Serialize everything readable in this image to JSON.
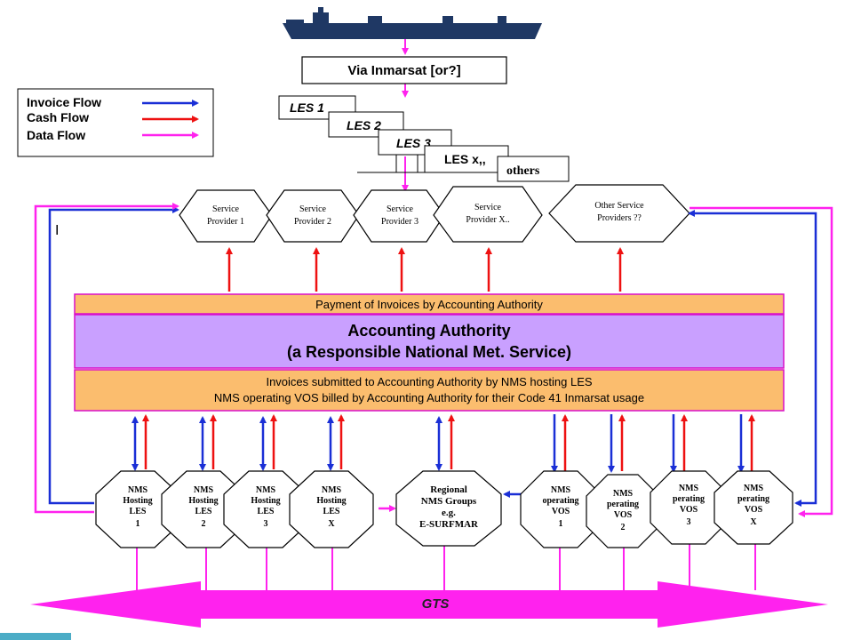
{
  "colors": {
    "invoice": "#1a2fd6",
    "cash": "#ee1111",
    "data": "#ff22ee",
    "band_orange": "#fbbd6e",
    "band_border": "#d90fc9",
    "authority_purple": "#c9a0ff",
    "gts_magenta": "#ff22ee",
    "ship": "#1f3864",
    "corner_tab": "#4bacc6"
  },
  "legend": {
    "invoice": "Invoice Flow",
    "cash": "Cash Flow",
    "data": "Data Flow"
  },
  "top": {
    "inmarsat": "Via Inmarsat  [or?]",
    "les1": "LES 1",
    "les2": "LES 2",
    "les3": "LES 3",
    "lesx": "LES x,,",
    "others": "others"
  },
  "providers": [
    {
      "line1": "Service",
      "line2": "Provider 1"
    },
    {
      "line1": "Service",
      "line2": "Provider 2"
    },
    {
      "line1": "Service",
      "line2": "Provider 3"
    },
    {
      "line1": "Service",
      "line2": "Provider X.."
    },
    {
      "line1": "Other Service",
      "line2": "Providers ??"
    }
  ],
  "side_mark": "I",
  "bands": {
    "payment": "Payment of Invoices by Accounting Authority",
    "authority_line1": "Accounting Authority",
    "authority_line2": "(a Responsible National Met. Service)",
    "invoices_line1": "Invoices submitted to Accounting Authority by NMS hosting LES",
    "invoices_line2": "NMS operating VOS billed by Accounting Authority for their Code 41 Inmarsat usage"
  },
  "nodes": [
    {
      "lines": [
        "NMS",
        "Hosting",
        "LES",
        "1"
      ]
    },
    {
      "lines": [
        "NMS",
        "Hosting",
        "LES",
        "2"
      ]
    },
    {
      "lines": [
        "NMS",
        "Hosting",
        "LES",
        "3"
      ]
    },
    {
      "lines": [
        "NMS",
        "Hosting",
        "LES",
        "X"
      ]
    },
    {
      "lines": [
        "Regional",
        "NMS Groups",
        "e.g.",
        "E-SURFMAR"
      ]
    },
    {
      "lines": [
        "NMS",
        "operating",
        "VOS",
        "1"
      ]
    },
    {
      "lines": [
        "NMS",
        "perating",
        "VOS",
        "2"
      ]
    },
    {
      "lines": [
        "NMS",
        "perating",
        "VOS",
        "3"
      ]
    },
    {
      "lines": [
        "NMS",
        "perating",
        "VOS",
        "X"
      ]
    }
  ],
  "gts": "GTS"
}
